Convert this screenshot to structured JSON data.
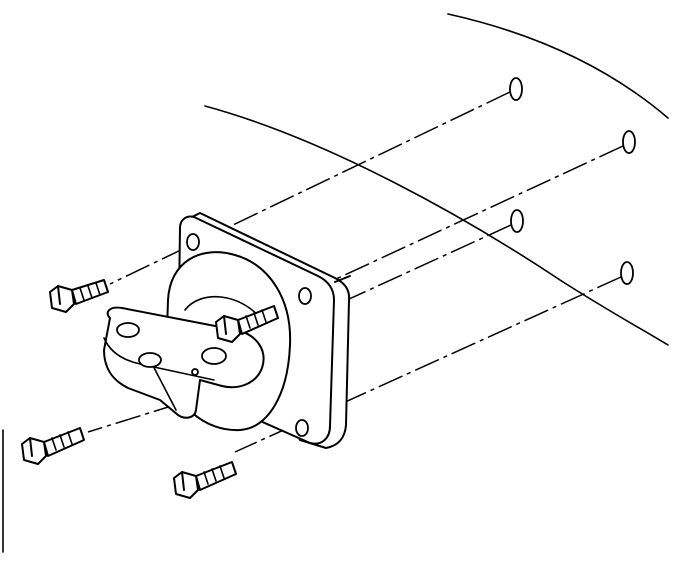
{
  "diagram": {
    "type": "exploded-assembly-illustration",
    "labels": [],
    "parts": [
      {
        "name": "mounting-bolt",
        "count": 4
      },
      {
        "name": "mount-flange-plate",
        "count": 1
      },
      {
        "name": "mount-bracket",
        "count": 1
      },
      {
        "name": "mounting-hole",
        "count": 4
      }
    ],
    "colors": {
      "ink": "#000000",
      "paper": "#ffffff"
    }
  }
}
